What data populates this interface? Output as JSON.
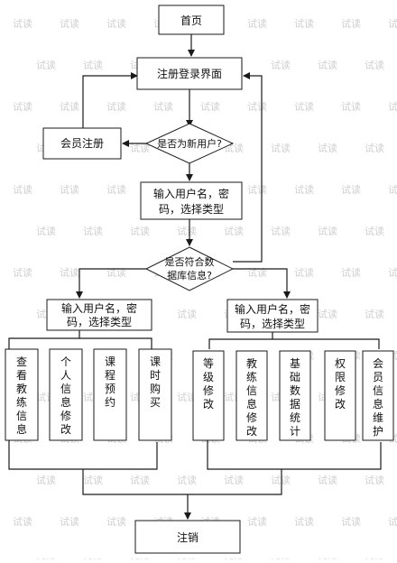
{
  "nodes": {
    "home": "首页",
    "login": "注册登录界面",
    "member_register": "会员注册",
    "is_new_user": "是否为新用户?",
    "input_top": [
      "输入用户名，密",
      "码，选择类型"
    ],
    "db_check": [
      "是否符合数",
      "据库信息?"
    ],
    "input_left": [
      "输入用户名，密",
      "码，选择类型"
    ],
    "input_right": [
      "输入用户名，密",
      "码，选择类型"
    ],
    "logout": "注销"
  },
  "left_functions": [
    [
      "查",
      "看",
      "教",
      "练",
      "信",
      "息"
    ],
    [
      "个",
      "人",
      "信",
      "息",
      "修",
      "改"
    ],
    [
      "课",
      "程",
      "预",
      "约"
    ],
    [
      "课",
      "时",
      "购",
      "买"
    ]
  ],
  "right_functions": [
    [
      "等",
      "级",
      "修",
      "改"
    ],
    [
      "教",
      "练",
      "信",
      "息",
      "修",
      "改"
    ],
    [
      "基",
      "础",
      "数",
      "据",
      "统",
      "计"
    ],
    [
      "权",
      "限",
      "修",
      "改"
    ],
    [
      "会",
      "员",
      "信",
      "息",
      "维",
      "护"
    ]
  ],
  "watermark": "试读"
}
